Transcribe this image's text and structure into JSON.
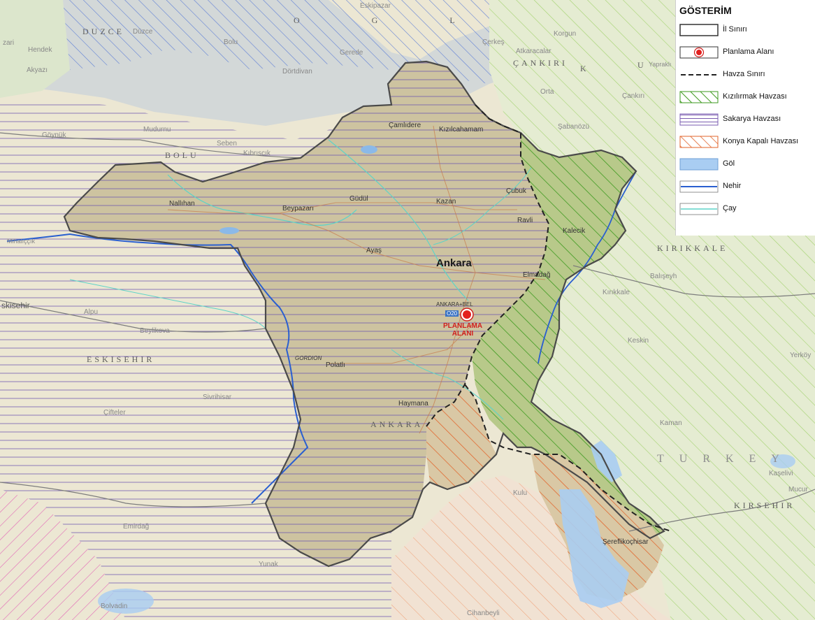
{
  "legend": {
    "title": "GÖSTERİM",
    "items": [
      {
        "label": "İl Sınırı",
        "symbol": "province-boundary"
      },
      {
        "label": "Planlama Alanı",
        "symbol": "planning-area-marker"
      },
      {
        "label": "Havza Sınırı",
        "symbol": "basin-boundary"
      },
      {
        "label": "Kızılırmak Havzası",
        "symbol": "kizilirmak-hatch",
        "color": "#3e9a1f"
      },
      {
        "label": "Sakarya Havzası",
        "symbol": "sakarya-hatch",
        "color": "#7a5bb0"
      },
      {
        "label": "Konya Kapalı Havzası",
        "symbol": "konya-hatch",
        "color": "#e2632a"
      },
      {
        "label": "Göl",
        "symbol": "lake",
        "color": "#a9cdf2"
      },
      {
        "label": "Nehir",
        "symbol": "river",
        "color": "#2a5fd0"
      },
      {
        "label": "Çay",
        "symbol": "stream",
        "color": "#5dd4c8"
      }
    ]
  },
  "map": {
    "planning_area": "PLANLAMA\nALANI",
    "capital": "Ankara",
    "road_label": "O20",
    "ring_label": "ANKARA+BEL",
    "places": {
      "camlidere": "Çamlıdere",
      "kizilcahamam": "Kızılcahamam",
      "nallihan": "Nallıhan",
      "beypazari": "Beypazarı",
      "gudul": "Güdül",
      "kazan": "Kazan",
      "cubuk": "Çubuk",
      "ravli": "Ravli",
      "kalecik": "Kalecik",
      "ayas": "Ayaş",
      "elmadag": "Elmadağ",
      "polatli": "Polatlı",
      "gordion": "GORDION",
      "haymana": "Haymana",
      "sereflikochisar": "Şereflikoçhisar",
      "kirikkale_town": "Kırıkkale",
      "balisekh": "Balışeyh",
      "keskin": "Keskin",
      "kaman": "Kaman",
      "kulu": "Kulu",
      "eskisehir_town": "Eskişehir",
      "alpu": "Alpu",
      "beylikova": "Beylikova",
      "sivrihisar": "Sivrihisar",
      "ciftler": "Çifteler",
      "emirdag": "Emirdağ",
      "yunak": "Yunak",
      "bolvadin": "Bolvadin",
      "cihanbeyli": "Cihanbeyli",
      "bolu_town": "Bolu",
      "mudurnu": "Mudurnu",
      "seben": "Seben",
      "kibriscik": "Kıbrıscık",
      "goynuk": "Göynük",
      "mihaliccik": "Mihalıççık",
      "hendek": "Hendek",
      "akyazi": "Akyazı",
      "duzce": "Düzce",
      "dortdivan": "Dörtdivan",
      "gerede": "Gerede",
      "cerkes": "Çerkeş",
      "eskipazar": "Eskipazar",
      "atkaracalar": "Atkaracalar",
      "korgun": "Korgun",
      "orta": "Orta",
      "cankiri_town": "Çankırı",
      "sabanozu": "Şabanözü",
      "yapraki": "Yapraklı",
      "yerkoy": "Yerköy",
      "kaman2": "Kaman",
      "mucur": "Mucur",
      "kaselivi": "Kaşelivi"
    },
    "regions": {
      "bolu": "BOLU",
      "duzce": "DUZCE",
      "eskisehir": "ESKISEHIR",
      "ankara": "ANKARA",
      "kirikkale": "KIRIKKALE",
      "cankiri": "ÇANKIRI",
      "kirsehir": "KIRSEHIR",
      "country": "TURKEY",
      "zonguldak": "O G L",
      "cankiri_k": "K",
      "cankiri_u": "U",
      "eskisehir_partial": "skisehir",
      "sakarya_partial": "zari"
    }
  }
}
